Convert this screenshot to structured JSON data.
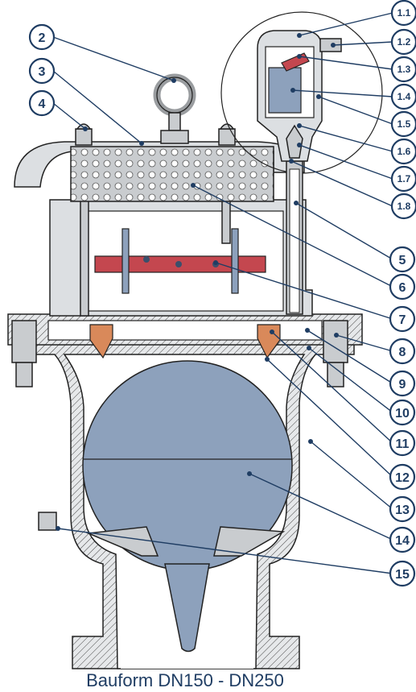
{
  "caption": "Bauform DN150 - DN250",
  "callouts": [
    {
      "id": "c-1-1",
      "label": "1.1"
    },
    {
      "id": "c-1-2",
      "label": "1.2"
    },
    {
      "id": "c-1-3",
      "label": "1.3"
    },
    {
      "id": "c-1-4",
      "label": "1.4"
    },
    {
      "id": "c-1-5",
      "label": "1.5"
    },
    {
      "id": "c-1-6",
      "label": "1.6"
    },
    {
      "id": "c-1-7",
      "label": "1.7"
    },
    {
      "id": "c-1-8",
      "label": "1.8"
    },
    {
      "id": "c-2",
      "label": "2"
    },
    {
      "id": "c-3",
      "label": "3"
    },
    {
      "id": "c-4",
      "label": "4"
    },
    {
      "id": "c-5",
      "label": "5"
    },
    {
      "id": "c-6",
      "label": "6"
    },
    {
      "id": "c-7",
      "label": "7"
    },
    {
      "id": "c-8",
      "label": "8"
    },
    {
      "id": "c-9",
      "label": "9"
    },
    {
      "id": "c-10",
      "label": "10"
    },
    {
      "id": "c-11",
      "label": "11"
    },
    {
      "id": "c-12",
      "label": "12"
    },
    {
      "id": "c-13",
      "label": "13"
    },
    {
      "id": "c-14",
      "label": "14"
    },
    {
      "id": "c-15",
      "label": "15"
    }
  ],
  "colors": {
    "callout": "#1f3d63",
    "metal": "#c9cccf",
    "ball": "#8da1bc",
    "seal": "#d9895a",
    "float_plate": "#c4474f"
  }
}
